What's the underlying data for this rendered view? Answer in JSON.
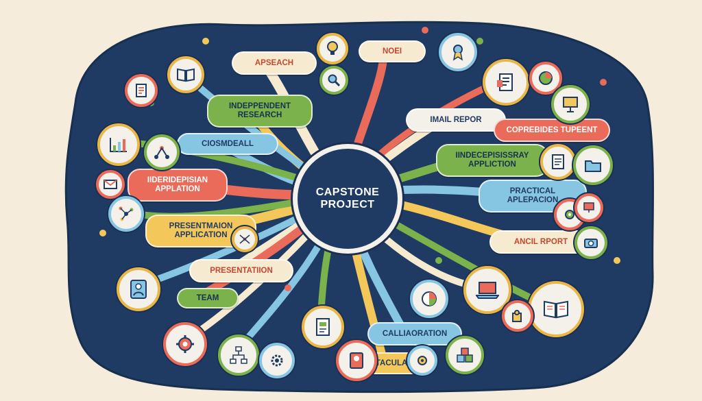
{
  "diagram": {
    "center": {
      "line1": "CAPSTONE",
      "line2": "PROJECT"
    },
    "labels": {
      "apseach": "APSEACH",
      "noei": "NOEI",
      "independent_research": [
        "INDEPPENDENT",
        "RESEARCH"
      ],
      "ciosmdeall": "CIOSMDEALL",
      "imail_repor": "IMAIL REPOR",
      "coprebides_tupeent": "COPREBIDES TUPEENT",
      "interdisciplinary_application": [
        "IIDERIDEPISIAN",
        "APPLATION"
      ],
      "indecepisissray_appliction": [
        "IINDECEPISISSRAY",
        "APPLICTION"
      ],
      "practical_aplepacion": [
        "PRACTICAL",
        "APLEPACION"
      ],
      "presentmaion_application": [
        "PRESENTMAION",
        "APPLICATION"
      ],
      "ancil_rport": "ANCIL RPORT",
      "presentation": "PRESENTATIION",
      "team": "TEAM",
      "calliaoration": "CALLIAORATION",
      "taculate": "TACULATE"
    },
    "icons": [
      "book-icon",
      "document-icon",
      "chart-icon",
      "network-icon",
      "envelope-icon",
      "person-profile-icon",
      "gear-icon",
      "flowchart-icon",
      "lightbulb-icon",
      "magnifier-icon",
      "award-icon",
      "report-icon",
      "folder-icon",
      "laptop-icon",
      "pie-chart-icon",
      "open-book-icon",
      "camera-icon",
      "presentation-board-icon",
      "puzzle-icon",
      "blocks-icon"
    ],
    "colors": {
      "background": "#f6ecdc",
      "blob": "#1f3b63",
      "red": "#ea6b5a",
      "yellow": "#f4c75a",
      "green": "#7bb24b",
      "blue": "#87c6e3",
      "cream": "#f6ead0"
    }
  }
}
